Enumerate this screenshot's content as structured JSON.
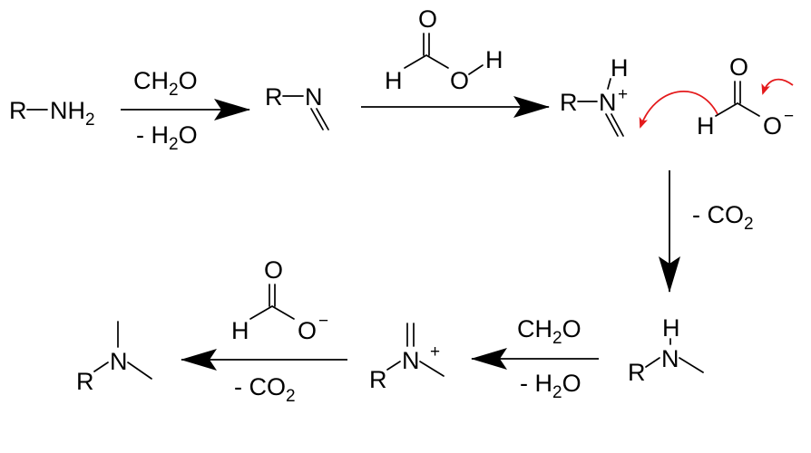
{
  "colors": {
    "ink": "#000000",
    "electron_arrow": "#e41a1c",
    "background": "#ffffff"
  },
  "atoms": {
    "R": "R",
    "N": "N",
    "H": "H",
    "O": "O",
    "C": "C",
    "plus": "+",
    "minus": "−",
    "dash": "-"
  },
  "subscripts": {
    "two": "2"
  },
  "steps": [
    {
      "reagent_above": "CH2O",
      "reagent_below": "- H2O"
    },
    {
      "reagent_above": "formic acid (HCOOH)",
      "reagent_below": ""
    },
    {
      "reagent_side": "- CO2"
    },
    {
      "reagent_above": "CH2O",
      "reagent_below": "- H2O"
    },
    {
      "reagent_above": "formate (HCOO−)",
      "reagent_below": "- CO2"
    }
  ],
  "species": [
    "primary amine R-NH2",
    "imine R-N=CH2",
    "iminium ion",
    "formate anion",
    "secondary amine R-NH-CH3",
    "iminium ion (N-methyl)",
    "tertiary amine R-N(CH3)2"
  ],
  "electron_pushing_arrows": 2
}
